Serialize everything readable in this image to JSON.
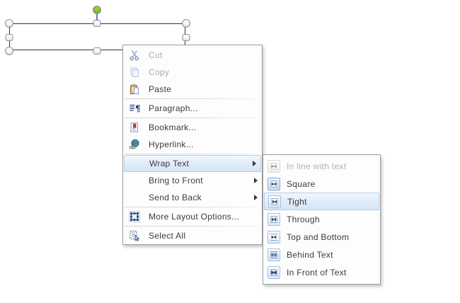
{
  "canvas": {
    "background": "#ffffff"
  },
  "shape": {
    "type": "rectangle-with-selection-handles",
    "outline_color": "#1f3655",
    "rotation_handle_color": "#94c83d",
    "handle_fill": "#fafafa",
    "handle_border": "#8f8f8f"
  },
  "context_menu": {
    "items": [
      {
        "label": "Cut",
        "icon": "cut-icon",
        "disabled": true
      },
      {
        "label": "Copy",
        "icon": "copy-icon",
        "disabled": true
      },
      {
        "label": "Paste",
        "icon": "paste-icon",
        "disabled": false
      },
      {
        "type": "separator"
      },
      {
        "label": "Paragraph...",
        "icon": "paragraph-icon",
        "disabled": false
      },
      {
        "type": "separator"
      },
      {
        "label": "Bookmark...",
        "icon": "bookmark-icon",
        "disabled": false
      },
      {
        "label": "Hyperlink...",
        "icon": "hyperlink-icon",
        "disabled": false
      },
      {
        "type": "separator"
      },
      {
        "label": "Wrap Text",
        "submenu": true,
        "highlighted": true
      },
      {
        "label": "Bring to Front",
        "submenu": true
      },
      {
        "label": "Send to Back",
        "submenu": true
      },
      {
        "type": "separator"
      },
      {
        "label": "More Layout Options...",
        "icon": "more-layout-options-icon",
        "disabled": false
      },
      {
        "type": "separator"
      },
      {
        "label": "Select All",
        "icon": "select-all-icon",
        "disabled": false
      }
    ]
  },
  "wrap_submenu": {
    "items": [
      {
        "label": "In line with text",
        "icon": "wrap-inline-icon",
        "disabled": true
      },
      {
        "label": "Square",
        "icon": "wrap-square-icon",
        "current": true
      },
      {
        "label": "Tight",
        "icon": "wrap-tight-icon",
        "highlighted": true
      },
      {
        "label": "Through",
        "icon": "wrap-through-icon"
      },
      {
        "label": "Top and Bottom",
        "icon": "wrap-top-bottom-icon"
      },
      {
        "label": "Behind Text",
        "icon": "wrap-behind-text-icon"
      },
      {
        "label": "In Front of Text",
        "icon": "wrap-in-front-icon"
      }
    ]
  },
  "colors": {
    "menu_background": "#fdfdfd",
    "menu_border": "#9d9d9d",
    "highlight_fill_top": "#f2f7fd",
    "highlight_fill_bottom": "#d7e5f7",
    "highlight_border": "#b3cdea",
    "text": "#3b3b3b",
    "disabled_text": "#ababab"
  }
}
